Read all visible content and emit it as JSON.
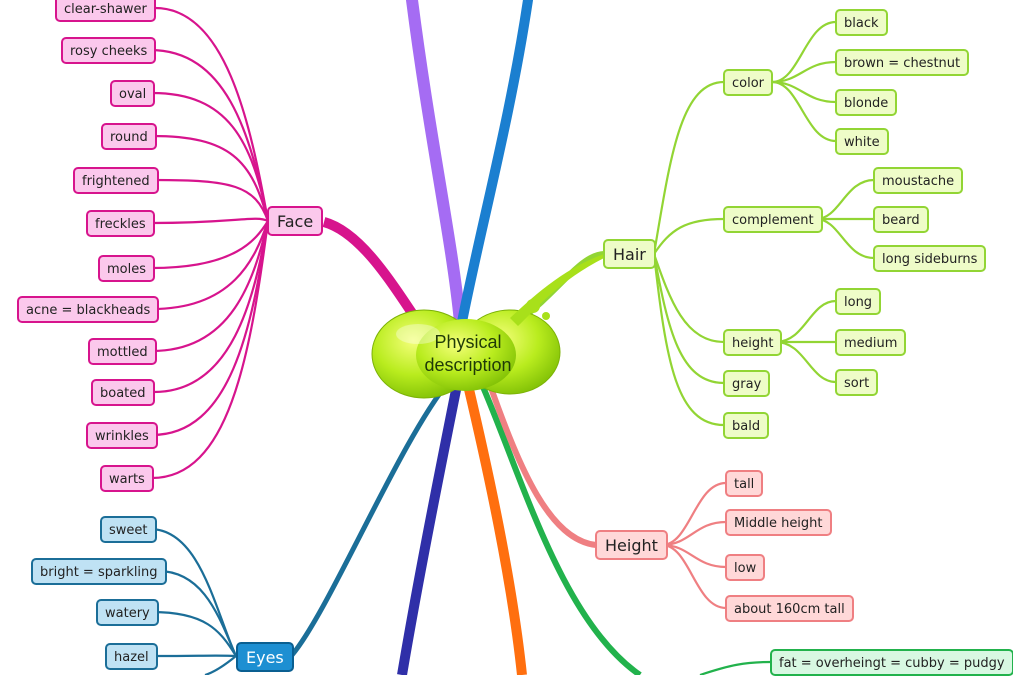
{
  "center": {
    "line1": "Physical",
    "line2": "description"
  },
  "branches": {
    "face": {
      "label": "Face",
      "items": [
        "clear-shawer",
        "rosy cheeks",
        "oval",
        "round",
        "frightened",
        "freckles",
        "moles",
        "acne = blackheads",
        "mottled",
        "boated",
        "wrinkles",
        "warts"
      ]
    },
    "eyes": {
      "label": "Eyes",
      "items": [
        "sweet",
        "bright = sparkling",
        "watery",
        "hazel"
      ]
    },
    "hair": {
      "label": "Hair",
      "color": {
        "label": "color",
        "items": [
          "black",
          "brown = chestnut",
          "blonde",
          "white"
        ]
      },
      "complement": {
        "label": "complement",
        "items": [
          "moustache",
          "beard",
          "long sideburns"
        ]
      },
      "height": {
        "label": "height",
        "items": [
          "long",
          "medium",
          "sort"
        ]
      },
      "gray": "gray",
      "bald": "bald"
    },
    "height": {
      "label": "Height",
      "items": [
        "tall",
        "Middle height",
        "low",
        "about 160cm tall"
      ]
    },
    "build": {
      "items": [
        "fat = overheingt = cubby = pudgy"
      ]
    }
  },
  "colors": {
    "face": "#d7148d",
    "eyes": "#1b6e98",
    "hair": "#92d534",
    "height": "#ef7f82",
    "build": "#22b24c",
    "purple": "#a56cf3",
    "blue": "#1b7fd0",
    "indigo": "#2f2fa8",
    "orange": "#ff6f0f"
  }
}
